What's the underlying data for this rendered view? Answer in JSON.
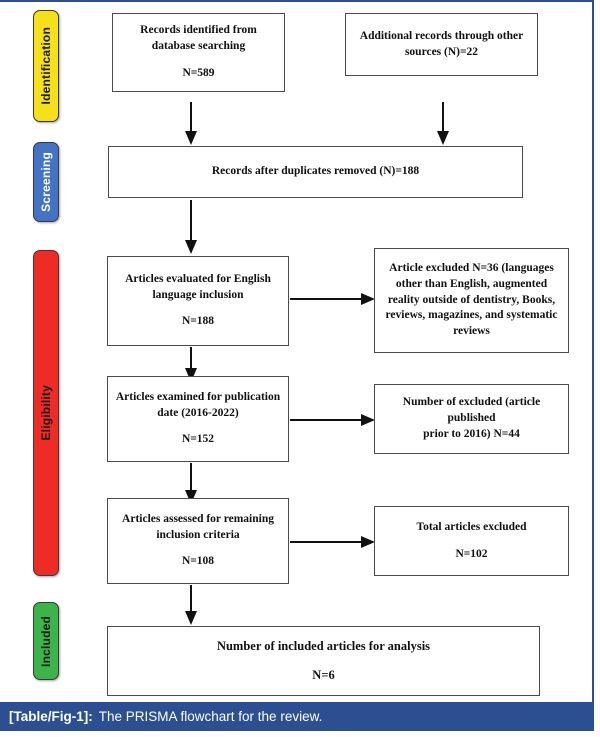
{
  "figure": {
    "caption_tag": "[Table/Fig-1]:",
    "caption_text": "The PRISMA flowchart for the review.",
    "frame_color": "#2b4f91"
  },
  "stages": [
    {
      "name": "identification",
      "label": "Identification",
      "color": "#f5e019",
      "text_color": "#1a1a1a"
    },
    {
      "name": "screening",
      "label": "Screening",
      "color": "#4472c4",
      "text_color": "#ffffff"
    },
    {
      "name": "eligibility",
      "label": "Eligibility",
      "color": "#ee2b24",
      "text_color": "#1a1a1a"
    },
    {
      "name": "included",
      "label": "Included",
      "color": "#3cb44a",
      "text_color": "#1a1a1a"
    }
  ],
  "boxes": {
    "records_identified": {
      "text": "Records identified from\ndatabase searching",
      "count": "N=589"
    },
    "additional_records": {
      "text": "Additional records through other\nsources (N)=22",
      "count": ""
    },
    "duplicates_removed": {
      "text": "Records after duplicates removed (N)=188",
      "count": ""
    },
    "english_language": {
      "text": "Articles evaluated for English\nlanguage inclusion",
      "count": "N=188"
    },
    "excluded_language": {
      "text": "Article excluded N=36 (languages\nother than English, augmented\nreality outside of dentistry, Books,\nreviews, magazines, and systematic\nreviews",
      "count": ""
    },
    "publication_date": {
      "text": "Articles examined for publication\ndate (2016-2022)",
      "count": "N=152"
    },
    "excluded_date": {
      "text": "Number of excluded (article published\nprior to 2016) N=44",
      "count": ""
    },
    "remaining_criteria": {
      "text": "Articles assessed for remaining\ninclusion criteria",
      "count": "N=108"
    },
    "excluded_total": {
      "text": "Total articles excluded",
      "count": "N=102"
    },
    "included_final": {
      "text": "Number of included articles for analysis",
      "count": "N=6"
    }
  },
  "chart_data": {
    "type": "diagram",
    "title": "The PRISMA flowchart for the review",
    "diagram_kind": "PRISMA flow diagram",
    "stages": [
      "Identification",
      "Screening",
      "Eligibility",
      "Included"
    ],
    "nodes": [
      {
        "id": "records_identified",
        "stage": "Identification",
        "label": "Records identified from database searching",
        "n": 589
      },
      {
        "id": "additional_records",
        "stage": "Identification",
        "label": "Additional records through other sources",
        "n": 22
      },
      {
        "id": "duplicates_removed",
        "stage": "Screening",
        "label": "Records after duplicates removed",
        "n": 188
      },
      {
        "id": "english_language",
        "stage": "Eligibility",
        "label": "Articles evaluated for English language inclusion",
        "n": 188
      },
      {
        "id": "excluded_language",
        "stage": "Eligibility",
        "label": "Article excluded (languages other than English, augmented reality outside of dentistry, Books, reviews, magazines, and systematic reviews)",
        "n": 36
      },
      {
        "id": "publication_date",
        "stage": "Eligibility",
        "label": "Articles examined for publication date (2016-2022)",
        "n": 152
      },
      {
        "id": "excluded_date",
        "stage": "Eligibility",
        "label": "Number of excluded (article published prior to 2016)",
        "n": 44
      },
      {
        "id": "remaining_criteria",
        "stage": "Eligibility",
        "label": "Articles assessed for remaining inclusion criteria",
        "n": 108
      },
      {
        "id": "excluded_total",
        "stage": "Eligibility",
        "label": "Total articles excluded",
        "n": 102
      },
      {
        "id": "included_final",
        "stage": "Included",
        "label": "Number of included articles for analysis",
        "n": 6
      }
    ],
    "edges": [
      {
        "from": "records_identified",
        "to": "duplicates_removed",
        "direction": "down"
      },
      {
        "from": "additional_records",
        "to": "duplicates_removed",
        "direction": "down"
      },
      {
        "from": "duplicates_removed",
        "to": "english_language",
        "direction": "down"
      },
      {
        "from": "english_language",
        "to": "excluded_language",
        "direction": "right"
      },
      {
        "from": "english_language",
        "to": "publication_date",
        "direction": "down"
      },
      {
        "from": "publication_date",
        "to": "excluded_date",
        "direction": "right"
      },
      {
        "from": "publication_date",
        "to": "remaining_criteria",
        "direction": "down"
      },
      {
        "from": "remaining_criteria",
        "to": "excluded_total",
        "direction": "right"
      },
      {
        "from": "remaining_criteria",
        "to": "included_final",
        "direction": "down"
      }
    ]
  }
}
